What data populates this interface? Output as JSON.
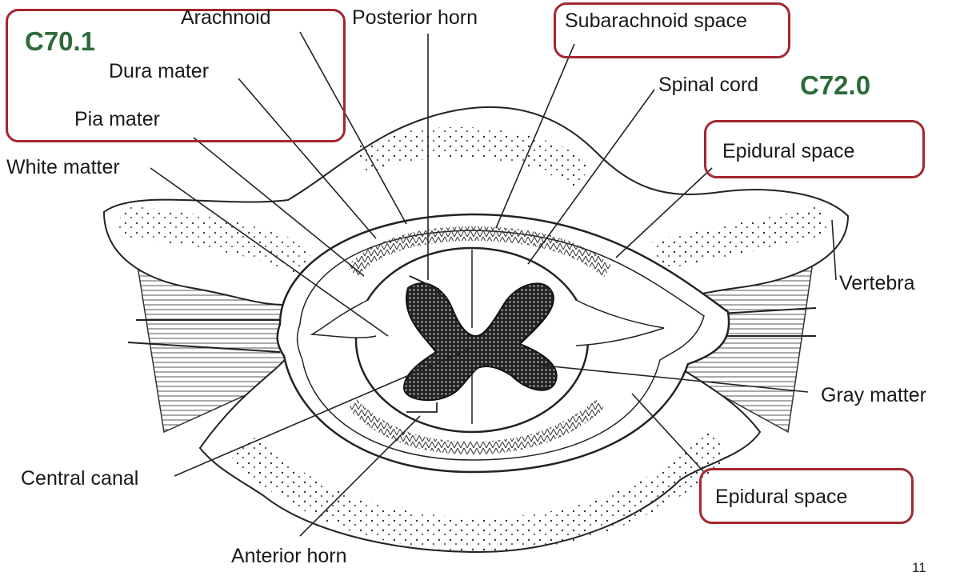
{
  "labels": {
    "arachnoid": "Arachnoid",
    "posterior_horn": "Posterior horn",
    "subarachnoid_space": "Subarachnoid space",
    "dura_mater": "Dura mater",
    "spinal_cord": "Spinal cord",
    "pia_mater": "Pia mater",
    "epidural_space_upper": "Epidural space",
    "white_matter": "White matter",
    "vertebra": "Vertebra",
    "gray_matter": "Gray matter",
    "central_canal": "Central canal",
    "epidural_space_lower": "Epidural space",
    "anterior_horn": "Anterior horn"
  },
  "codes": {
    "meninges_code": "C70.1",
    "spinal_cord_code": "C72.0"
  },
  "page_number": "11",
  "colors": {
    "highlight_border": "#a3272f",
    "code_text": "#2e6b3a"
  }
}
